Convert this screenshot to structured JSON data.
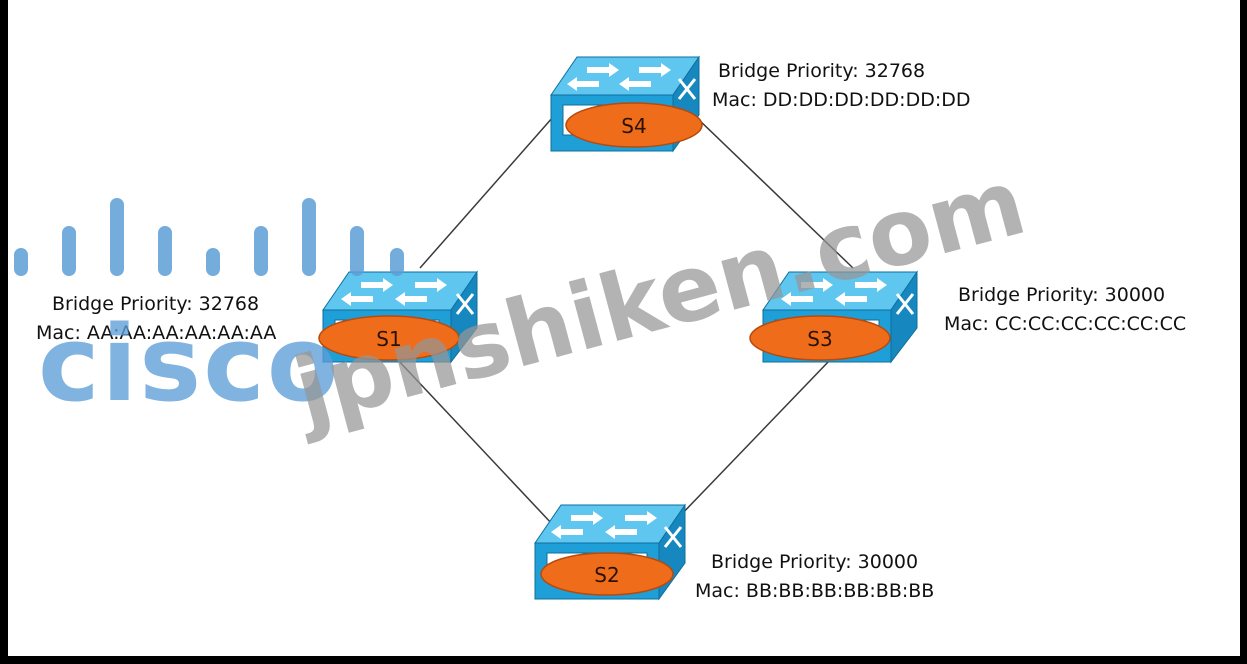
{
  "diagram": {
    "switches": [
      {
        "id": "S1",
        "priority_label": "Bridge Priority: 32768",
        "mac_label": "Mac: AA:AA:AA:AA:AA:AA"
      },
      {
        "id": "S2",
        "priority_label": "Bridge Priority: 30000",
        "mac_label": "Mac: BB:BB:BB:BB:BB:BB"
      },
      {
        "id": "S3",
        "priority_label": "Bridge Priority: 30000",
        "mac_label": "Mac: CC:CC:CC:CC:CC:CC"
      },
      {
        "id": "S4",
        "priority_label": "Bridge Priority: 32768",
        "mac_label": "Mac: DD:DD:DD:DD:DD:DD"
      }
    ],
    "links": [
      [
        "S1",
        "S4"
      ],
      [
        "S4",
        "S3"
      ],
      [
        "S1",
        "S2"
      ],
      [
        "S2",
        "S3"
      ]
    ]
  },
  "watermarks": {
    "brand": "cisco",
    "site": "jpnshiken.com"
  },
  "colors": {
    "switch_top": "#5fc6ef",
    "switch_front": "#1f9fd8",
    "switch_side": "#1687bf",
    "ellipse_fill": "#ef6c1a",
    "ellipse_stroke": "#b74a0c",
    "link": "#3a3a3a",
    "cisco_blue": "#5c9ed6"
  }
}
